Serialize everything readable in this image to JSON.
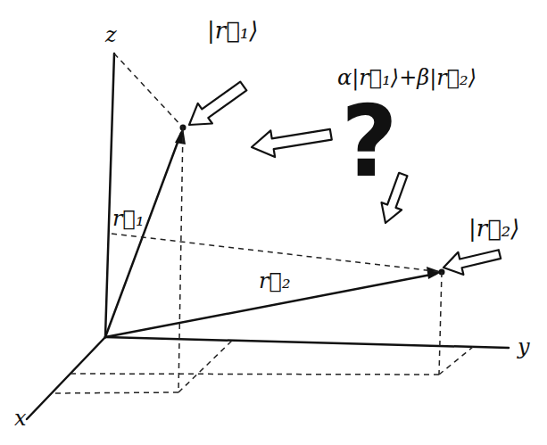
{
  "diagram": {
    "labels": [
      "z",
      "|r⃗₁⟩",
      "α|r⃗₁⟩+β|r⃗₂⟩",
      "?",
      "r⃗₁",
      "|r⃗₂⟩",
      "r⃗₂",
      "y",
      "x"
    ]
  }
}
